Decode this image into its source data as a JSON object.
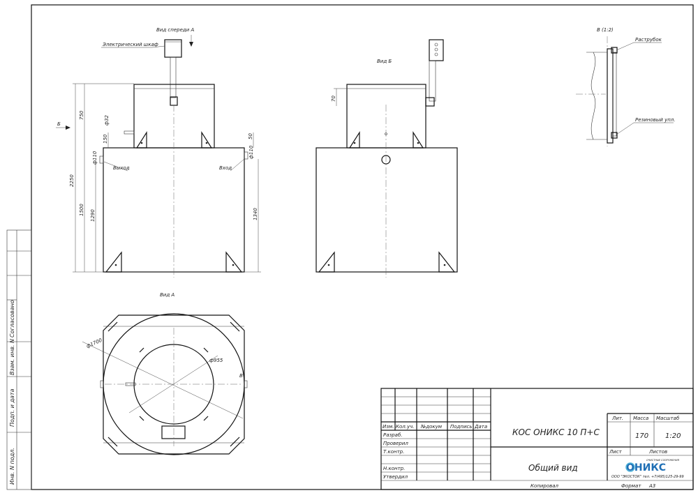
{
  "views": {
    "front_title": "Вид спереди  А",
    "side_title": "Вид Б",
    "detail_title": "В (1:2)",
    "top_title": "Вид А",
    "arrow_b": "Б",
    "arrow_v": "В"
  },
  "labels": {
    "cabinet": "Электрический шкаф",
    "outlet": "Выход",
    "inlet": "Вход",
    "socket": "Раструбок",
    "seal": "Резиновый упл."
  },
  "dimensions": {
    "d750": "750",
    "d2250": "2250",
    "d1500": "1500",
    "d1290": "1290",
    "d1340": "1340",
    "d150": "150",
    "d50": "50",
    "phi32": "ф32",
    "phi110a": "ф110",
    "phi110b": "ф110",
    "d70": "70",
    "phi1700": "ф1700",
    "phi955": "ф955"
  },
  "left_strip": {
    "agreed": "Согласовано",
    "replace_inv": "Взам. инв. N",
    "sign_date": "Подп. и дата",
    "inv_orig": "Инв. N подл."
  },
  "title_block": {
    "headers": [
      "Изм.",
      "Кол.уч.",
      "№докум",
      "Подпись",
      "Дата"
    ],
    "roles": [
      "Разраб.",
      "Проверил",
      "Т.контр.",
      "",
      "Н.контр.",
      "Утвердил"
    ],
    "designation": "КОС ОНИКС  10 П+С",
    "name": "Общий вид",
    "lit_label": "Лит.",
    "mass_label": "Масса",
    "scale_label": "Масштаб",
    "mass": "170",
    "scale": "1:20",
    "sheet_label": "Лист",
    "sheets_label": "Листов",
    "company_logo": "ОНИКС",
    "company_tagline": "ОЧИСТНЫЕ СООРУЖЕНИЯ",
    "company_line": "ООО \"ЭКОСТОК\" тел. +7(495)125-29-99",
    "copied": "Копировал",
    "format_label": "Формат",
    "format": "А3"
  }
}
